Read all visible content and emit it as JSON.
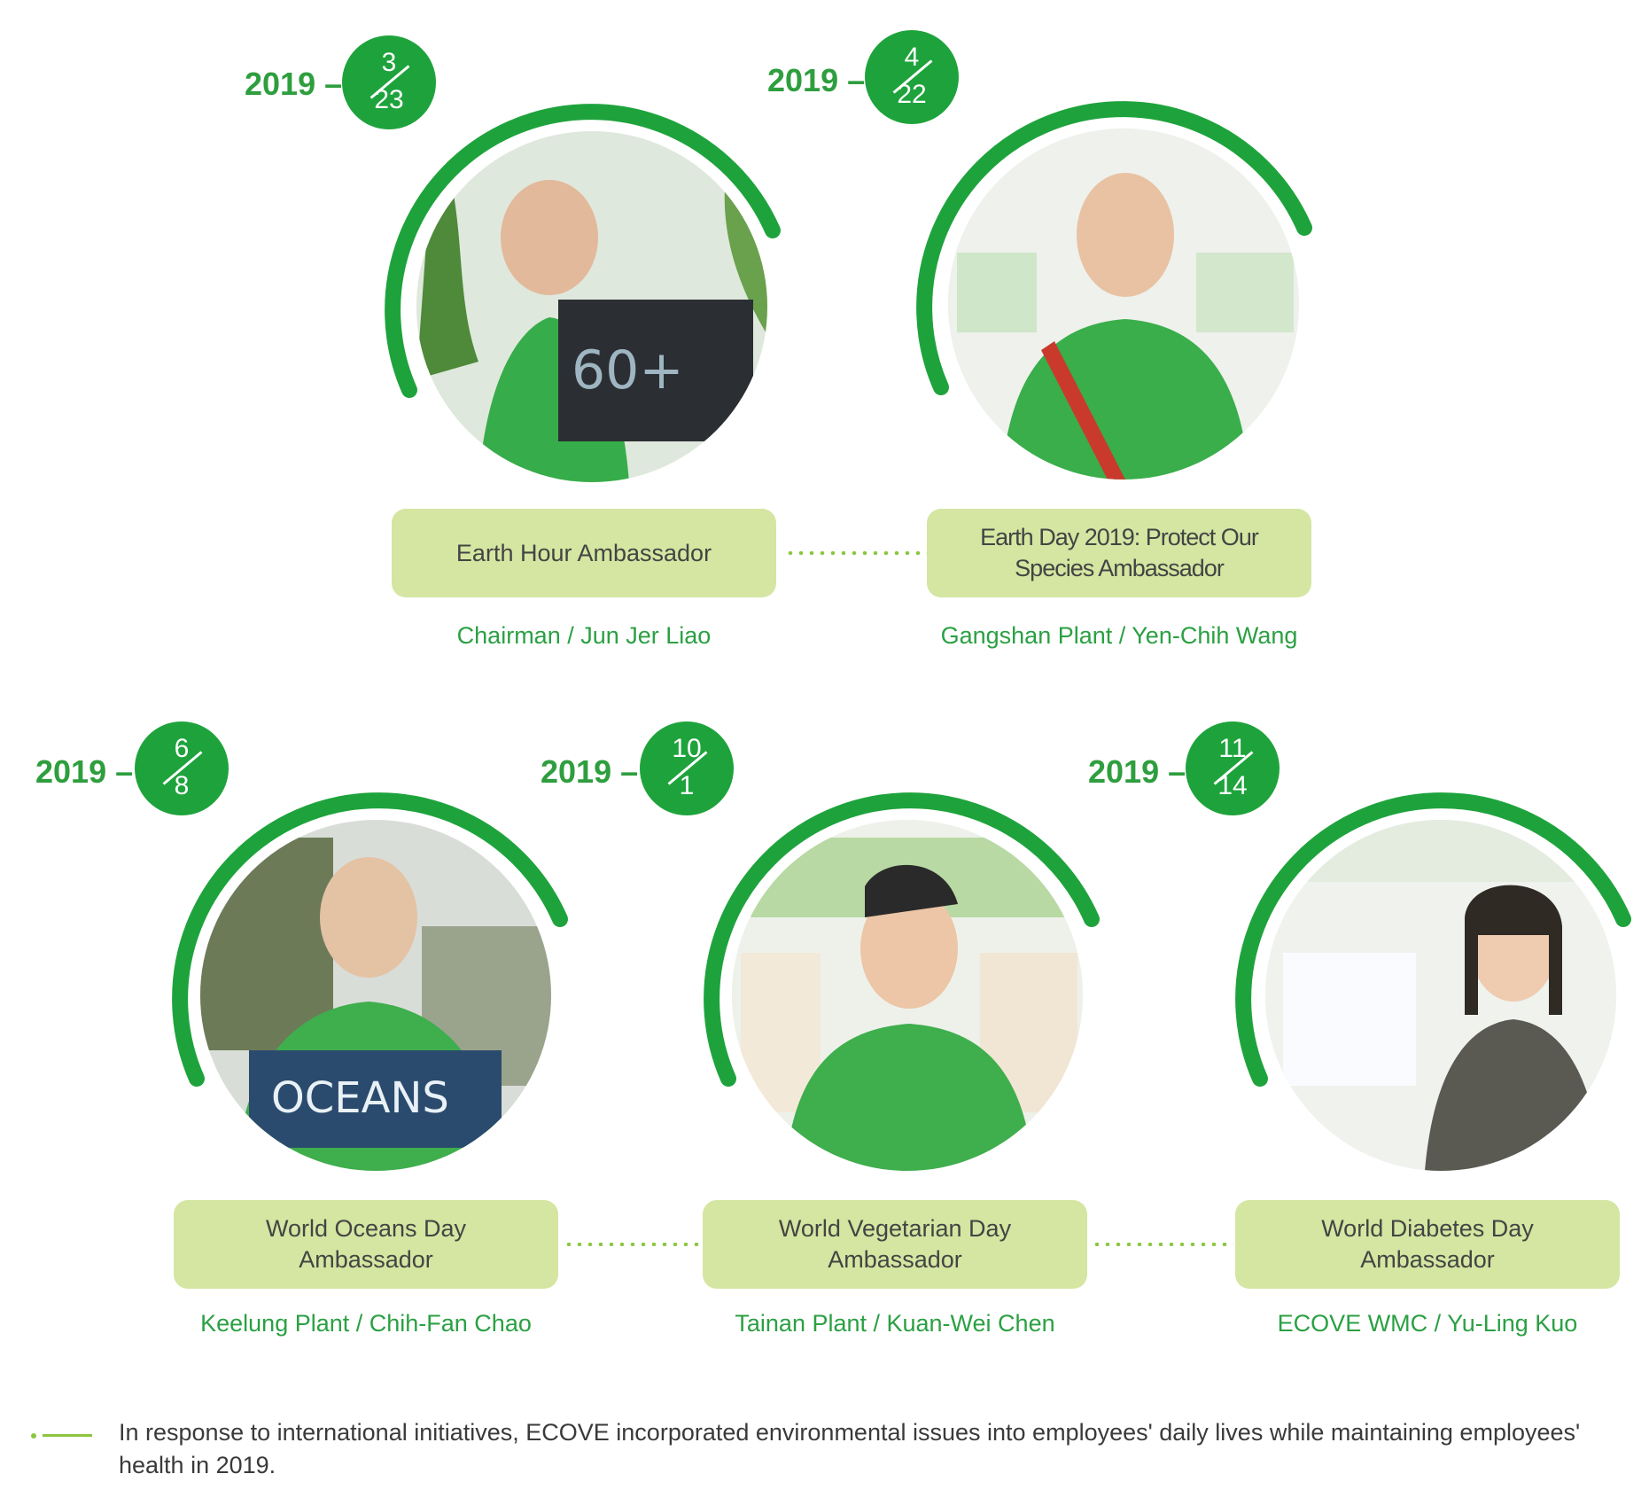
{
  "events": [
    {
      "year": "2019 –",
      "month": "3",
      "day": "23",
      "title": "Earth Hour Ambassador",
      "person": "Chairman / Jun Jer Liao",
      "photo_icon": "earth-hour-ambassador-photo"
    },
    {
      "year": "2019 –",
      "month": "4",
      "day": "22",
      "title": "Earth Day 2019: Protect Our Species Ambassador",
      "person": "Gangshan Plant / Yen-Chih Wang",
      "photo_icon": "earth-day-ambassador-photo"
    },
    {
      "year": "2019 –",
      "month": "6",
      "day": "8",
      "title": "World Oceans Day Ambassador",
      "person": "Keelung Plant / Chih-Fan Chao",
      "photo_icon": "world-oceans-day-ambassador-photo"
    },
    {
      "year": "2019 –",
      "month": "10",
      "day": "1",
      "title": "World Vegetarian Day Ambassador",
      "person": "Tainan Plant / Kuan-Wei Chen",
      "photo_icon": "world-vegetarian-day-ambassador-photo"
    },
    {
      "year": "2019 –",
      "month": "11",
      "day": "14",
      "title": "World Diabetes Day Ambassador",
      "person": "ECOVE WMC / Yu-Ling Kuo",
      "photo_icon": "world-diabetes-day-ambassador-photo"
    }
  ],
  "footer": {
    "text": "In response to international initiatives, ECOVE incorporated environmental issues into employees' daily lives while maintaining employees' health in 2019."
  },
  "colors": {
    "accent": "#1ea33c",
    "box": "#d4e6a1",
    "person_text": "#2ba043",
    "dots": "#8cc63f"
  }
}
